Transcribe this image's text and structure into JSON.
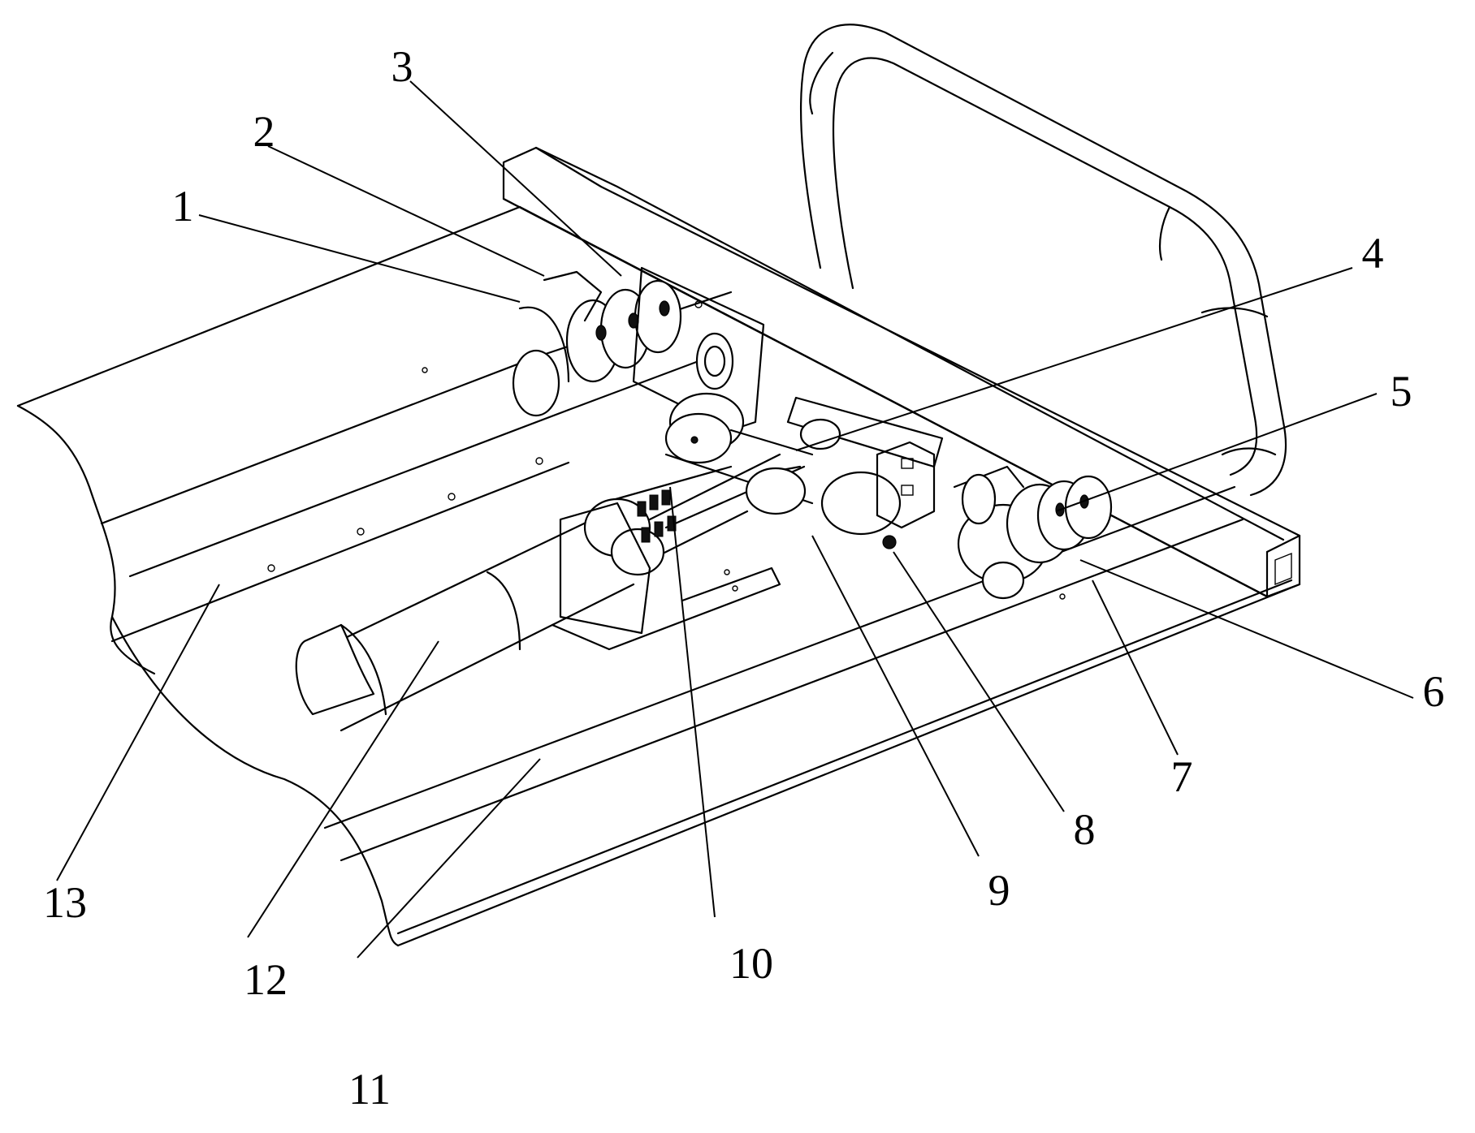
{
  "figure": {
    "background": "#ffffff",
    "line_color": "#000000",
    "callouts": [
      {
        "id": "c1",
        "label": "1"
      },
      {
        "id": "c2",
        "label": "2"
      },
      {
        "id": "c3",
        "label": "3"
      },
      {
        "id": "c4",
        "label": "4"
      },
      {
        "id": "c5",
        "label": "5"
      },
      {
        "id": "c6",
        "label": "6"
      },
      {
        "id": "c7",
        "label": "7"
      },
      {
        "id": "c8",
        "label": "8"
      },
      {
        "id": "c9",
        "label": "9"
      },
      {
        "id": "c10",
        "label": "10"
      },
      {
        "id": "c11",
        "label": "11"
      },
      {
        "id": "c12",
        "label": "12"
      },
      {
        "id": "c13",
        "label": "13"
      }
    ]
  }
}
